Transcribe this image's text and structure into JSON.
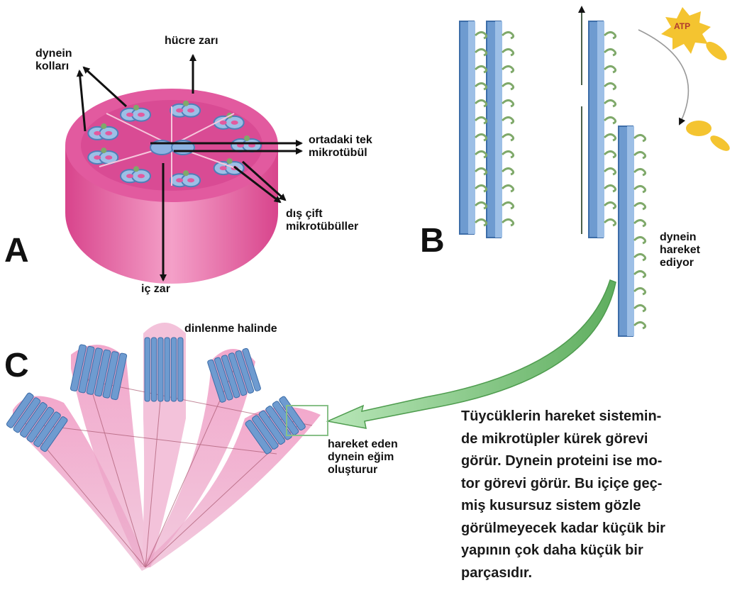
{
  "panels": {
    "a": {
      "letter": "A",
      "labels": {
        "dynein_arms": "dynein\nkolları",
        "cell_membrane": "hücre zarı",
        "central_microtubule": "ortadaki tek\nmikrotübül",
        "outer_doublets": "dış çift\nmikrotübüller",
        "inner_membrane": "iç zar"
      }
    },
    "b": {
      "letter": "B",
      "atp": "ATP",
      "labels": {
        "dynein_moving": "dynein\nhareket\nediyor"
      }
    },
    "c": {
      "letter": "C",
      "labels": {
        "resting": "dinlenme halinde",
        "bending": "hareket eden\ndynein eğim\noluşturur"
      }
    }
  },
  "description_lines": [
    "Tüycüklerin hareket sistemin-",
    "de mikrotüpler kürek görevi",
    "görür. Dynein proteini ise mo-",
    "tor görevi görür. Bu içiçe geç-",
    "miş kusursuz sistem gözle",
    "görülmeyecek kadar küçük bir",
    "yapının çok daha küçük bir",
    "parçasıdır."
  ],
  "colors": {
    "membrane_pink": "#e64c9a",
    "microtubule_blue": "#6e9bd0",
    "dynein_green": "#7fa96a",
    "atp_yellow": "#f4c430",
    "arrow_green": "#8ccf8c"
  }
}
